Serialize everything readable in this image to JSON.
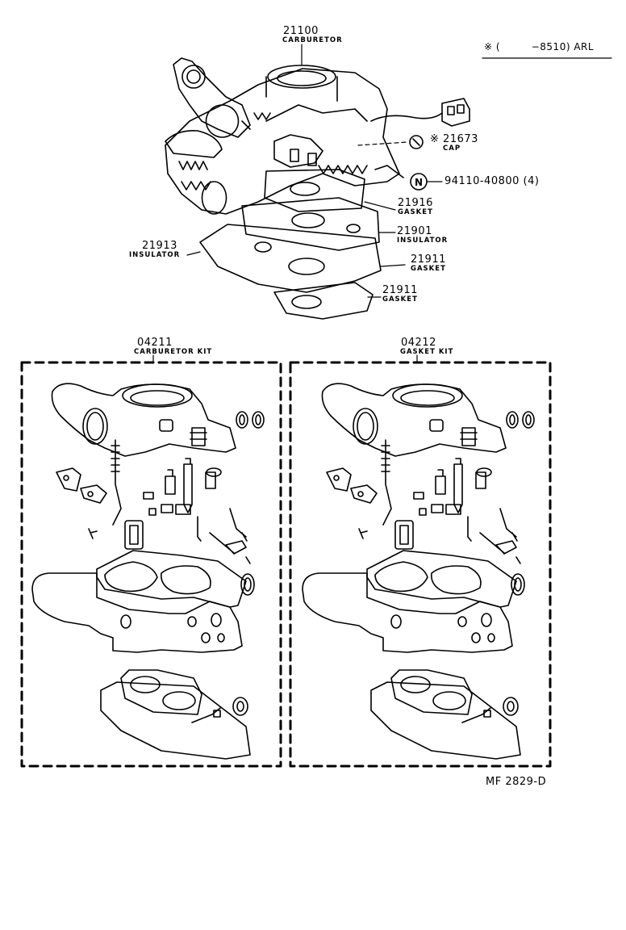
{
  "applicability_note": {
    "mark": "※",
    "paren_open": "(",
    "range": "−8510)",
    "suffix": "ARL"
  },
  "parts": {
    "carburetor": {
      "number": "21100",
      "name": "CARBURETOR"
    },
    "cap": {
      "mark": "※",
      "number": "21673",
      "name": "CAP"
    },
    "bolt": {
      "circle": "N",
      "number": "94110-40800 (4)"
    },
    "gasket_upper": {
      "number": "21916",
      "name": "GASKET"
    },
    "insulator_upper": {
      "number": "21901",
      "name": "INSULATOR"
    },
    "insulator_lower": {
      "number": "21913",
      "name": "INSULATOR"
    },
    "gasket_mid": {
      "number": "21911",
      "name": "GASKET"
    },
    "gasket_lower": {
      "number": "21911",
      "name": "GASKET"
    }
  },
  "kits": {
    "carburetor_kit": {
      "number": "04211",
      "name": "CARBURETOR KIT"
    },
    "gasket_kit": {
      "number": "04212",
      "name": "GASKET KIT"
    }
  },
  "figure_code": "MF 2829-D"
}
